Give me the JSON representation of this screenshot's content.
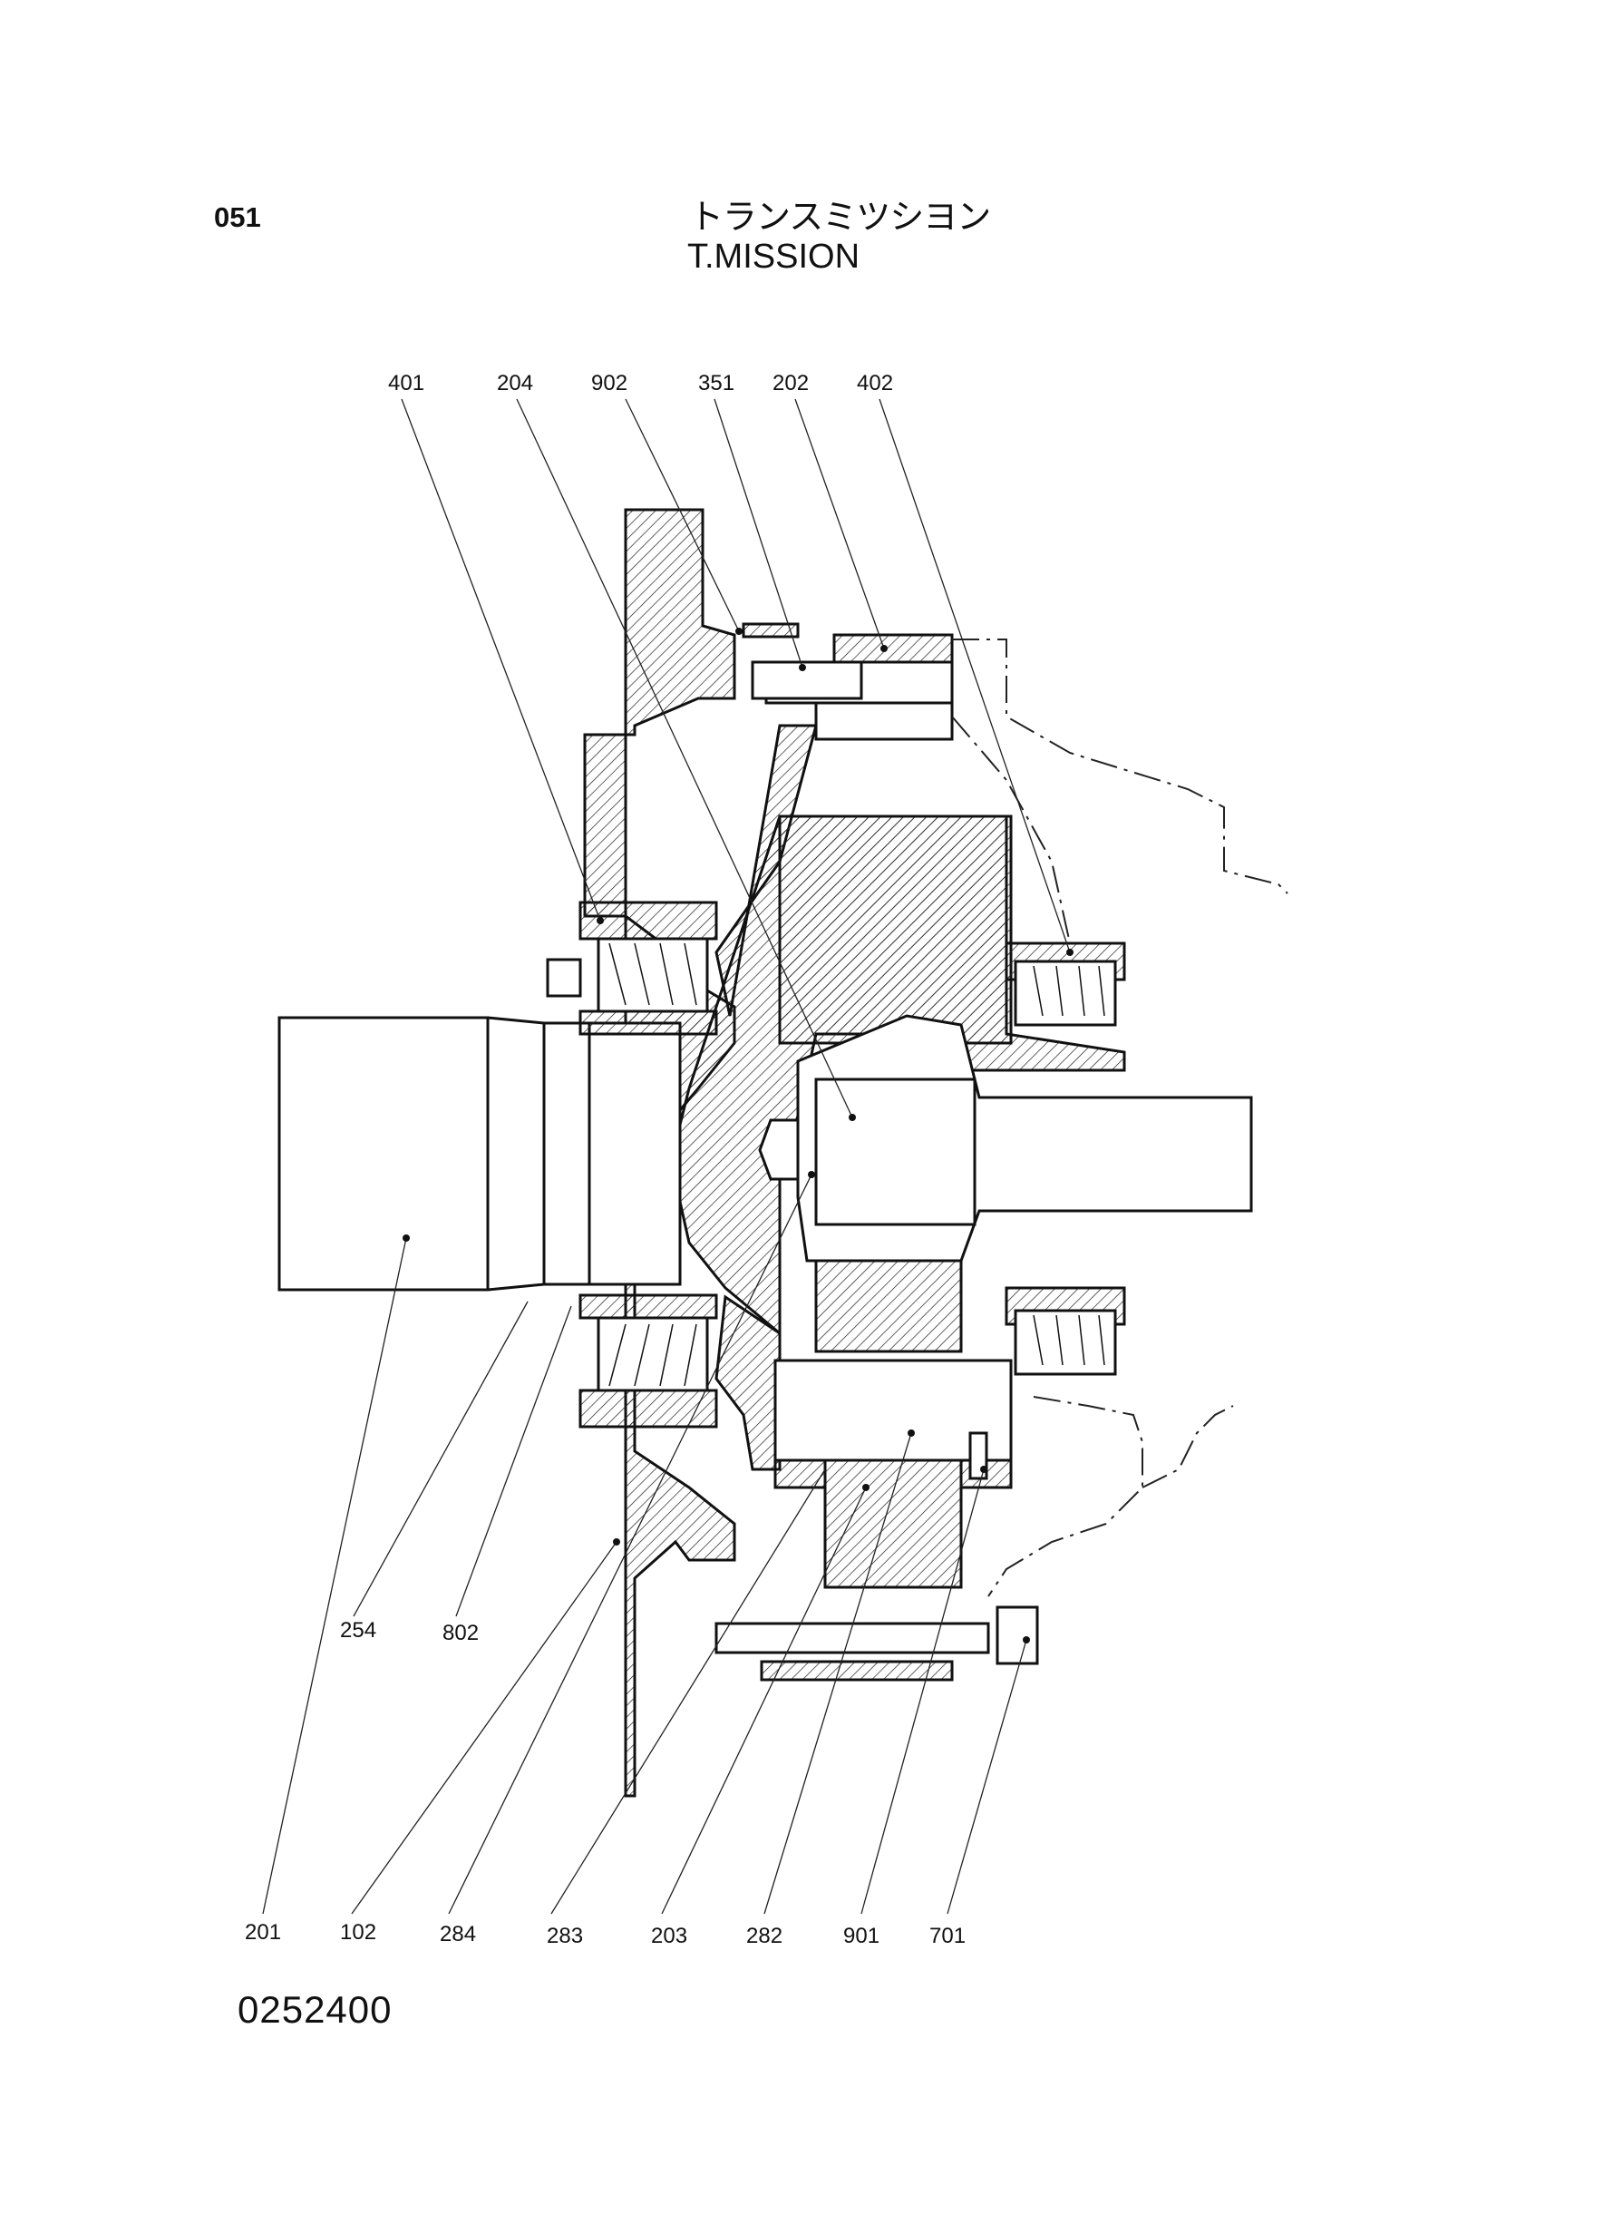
{
  "header": {
    "page_number": "051",
    "title_jp": "トランスミツシヨン",
    "title_en": "T.MISSION"
  },
  "footer": {
    "drawing_number": "0252400"
  },
  "part_labels": {
    "top": [
      "401",
      "204",
      "902",
      "351",
      "202",
      "402"
    ],
    "middle": [
      "254",
      "802"
    ],
    "bottom": [
      "201",
      "102",
      "284",
      "283",
      "203",
      "282",
      "901",
      "701"
    ]
  }
}
